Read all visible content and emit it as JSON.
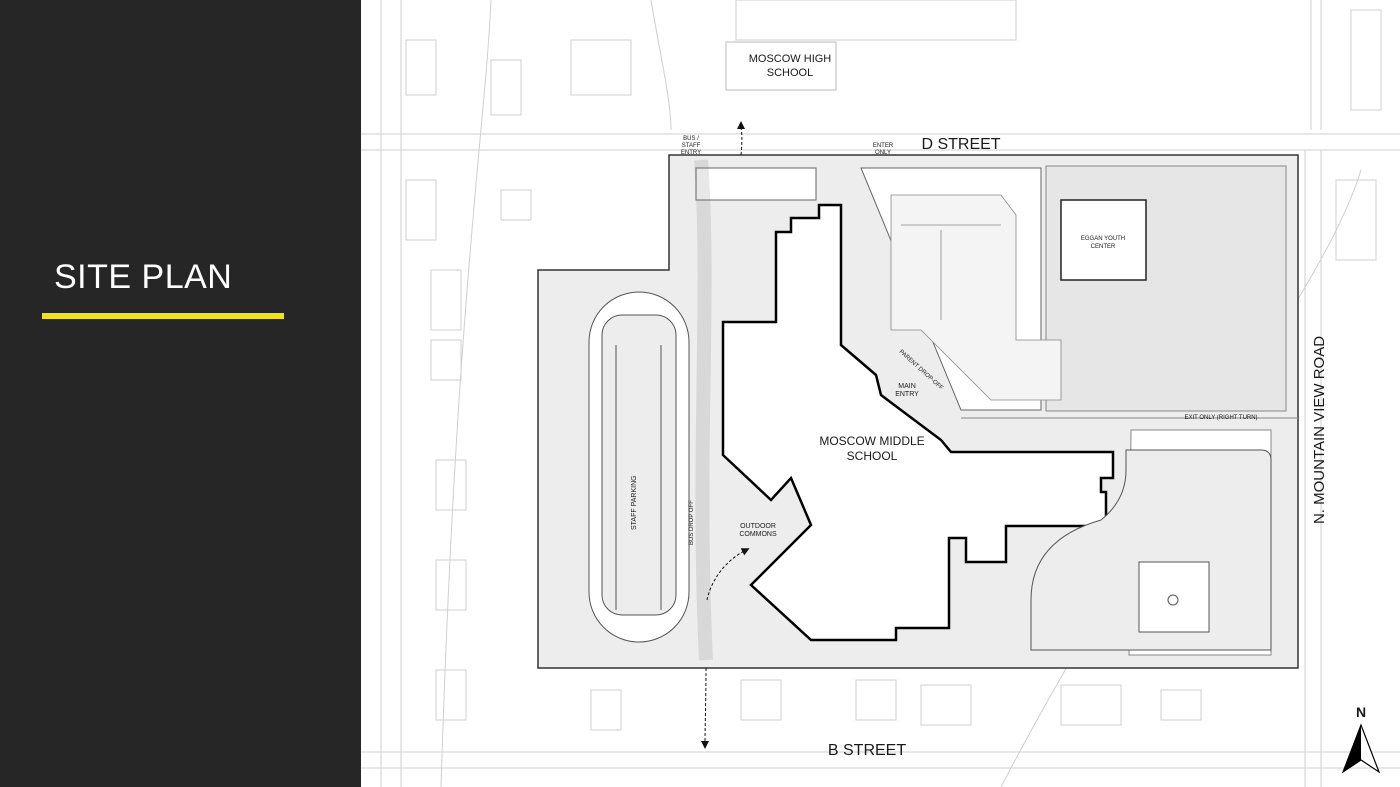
{
  "slide": {
    "title": "SITE PLAN",
    "accent_color": "#f2e21a",
    "sidebar_color": "#262626"
  },
  "plan": {
    "labels": {
      "high_school_line1": "MOSCOW HIGH",
      "high_school_line2": "SCHOOL",
      "d_street": "D STREET",
      "b_street": "B STREET",
      "mountain_view": "N. MOUNTAIN VIEW ROAD",
      "bus_staff_line1": "BUS /",
      "bus_staff_line2": "STAFF",
      "bus_staff_line3": "ENTRY",
      "enter_only_line1": "ENTER",
      "enter_only_line2": "ONLY",
      "youth_center_line1": "EGGAN YOUTH",
      "youth_center_line2": "CENTER",
      "middle_school_line1": "MOSCOW MIDDLE",
      "middle_school_line2": "SCHOOL",
      "main_entry_line1": "MAIN",
      "main_entry_line2": "ENTRY",
      "parent_dropoff": "PARENT DROP-OFF",
      "exit_only": "EXIT ONLY (RIGHT TURN)",
      "outdoor_commons_line1": "OUTDOOR",
      "outdoor_commons_line2": "COMMONS",
      "staff_parking": "STAFF PARKING",
      "bus_dropoff": "BUS DROP OFF",
      "north": "N"
    }
  }
}
